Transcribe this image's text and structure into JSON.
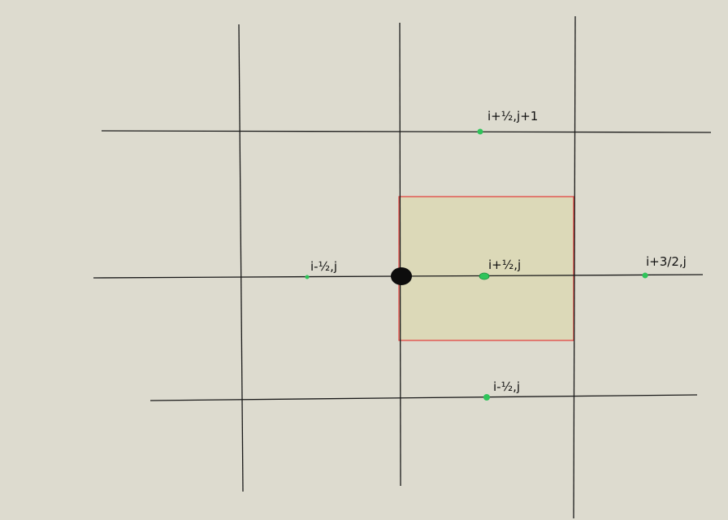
{
  "colors": {
    "background": "#dddbcf",
    "grid_line": "#1a1a1a",
    "cell_fill": "#dcd9b8",
    "cell_border": "#e23a3a",
    "point": "#2fc45a",
    "center_blob": "#0d0d0d"
  },
  "labels": {
    "top": "i+½,j+1",
    "left": "i-½,j",
    "center": "i+½,j",
    "right": "i+3/2,j",
    "bottom": "i-½,j"
  }
}
